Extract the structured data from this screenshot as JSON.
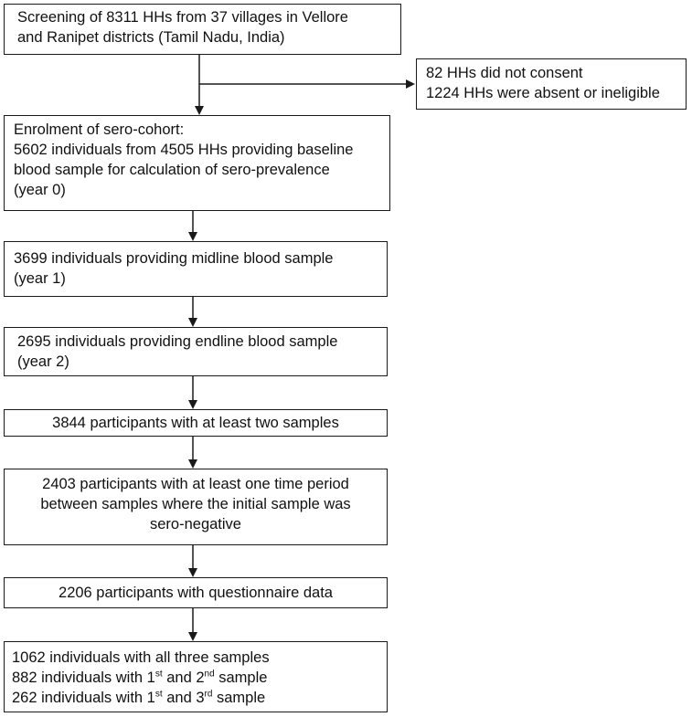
{
  "flowchart": {
    "screening": {
      "line1": "Screening of 8311 HHs from 37 villages in Vellore",
      "line2": "and Ranipet districts (Tamil Nadu, India)"
    },
    "excluded": {
      "line1": "82 HHs did not consent",
      "line2": "1224 HHs were absent or ineligible"
    },
    "enrolment": {
      "line1": "Enrolment of sero-cohort:",
      "line2": "5602 individuals from 4505 HHs providing baseline",
      "line3": "blood sample for calculation of sero-prevalence",
      "line4": "(year 0)"
    },
    "midline": {
      "line1": "3699 individuals providing midline blood sample",
      "line2": "(year 1)"
    },
    "endline": {
      "line1": "2695 individuals providing endline blood sample",
      "line2": "(year 2)"
    },
    "two_samples": {
      "line1": "3844 participants with at least two samples"
    },
    "seronegative": {
      "line1": "2403 participants with at least one time period",
      "line2": "between samples where the initial sample was",
      "line3": "sero-negative"
    },
    "questionnaire": {
      "line1": "2206 participants with questionnaire data"
    },
    "final": {
      "line1": "1062 individuals with all three samples",
      "line2_pre": "882 individuals with 1",
      "line2_sup1": "st",
      "line2_mid": " and 2",
      "line2_sup2": "nd",
      "line2_post": " sample",
      "line3_pre": "262 individuals with 1",
      "line3_sup1": "st",
      "line3_mid": " and 3",
      "line3_sup2": "rd",
      "line3_post": " sample"
    }
  }
}
